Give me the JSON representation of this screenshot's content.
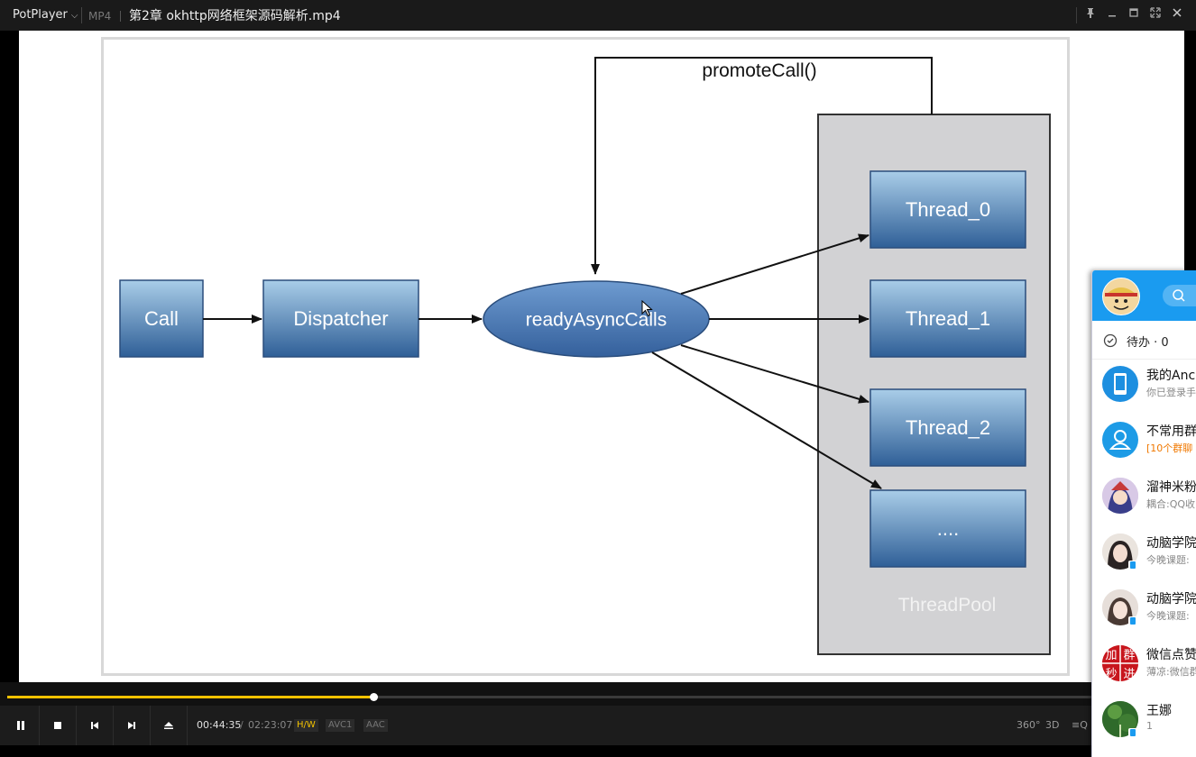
{
  "titlebar": {
    "app_name": "PotPlayer",
    "format": "MP4",
    "file_title": "第2章 okhttp网络框架源码解析.mp4",
    "buttons": [
      "pin",
      "minimize",
      "maximize",
      "fullscreen",
      "close"
    ]
  },
  "diagram": {
    "promote_label": "promoteCall()",
    "call_label": "Call",
    "dispatcher_label": "Dispatcher",
    "ready_label": "readyAsyncCalls",
    "threads": [
      "Thread_0",
      "Thread_1",
      "Thread_2",
      "...."
    ],
    "pool_label": "ThreadPool",
    "colors": {
      "box_top": "#a9cde8",
      "box_bottom": "#2f5f97",
      "pool_bg": "#d2d2d4",
      "line": "#111111"
    }
  },
  "playback": {
    "progress_fraction": 0.31,
    "current_time": "00:44:35",
    "separator": "/",
    "total_time": "02:23:07",
    "badges": [
      "H/W",
      "AVC1",
      "AAC"
    ],
    "right_controls": [
      "360°",
      "3D",
      "≡Q"
    ],
    "accent": "#f2c200"
  },
  "qq_panel": {
    "todo_label": "待办 · 0",
    "contacts": [
      {
        "name": "我的Anc",
        "message": "你已登录手"
      },
      {
        "name": "不常用群",
        "message": "[10个群聊"
      },
      {
        "name": "溜神米粉",
        "message": "耦合:QQ收"
      },
      {
        "name": "动脑学院",
        "message": "今晚课题:"
      },
      {
        "name": "动脑学院",
        "message": "今晚课题:"
      },
      {
        "name": "微信点赞",
        "message": "薄凉:微信群"
      },
      {
        "name": "王娜",
        "message": "1"
      }
    ],
    "badge_text": "加 群 秒 进",
    "accent": "#1a9bf0",
    "highlight_color": "#f07800"
  }
}
